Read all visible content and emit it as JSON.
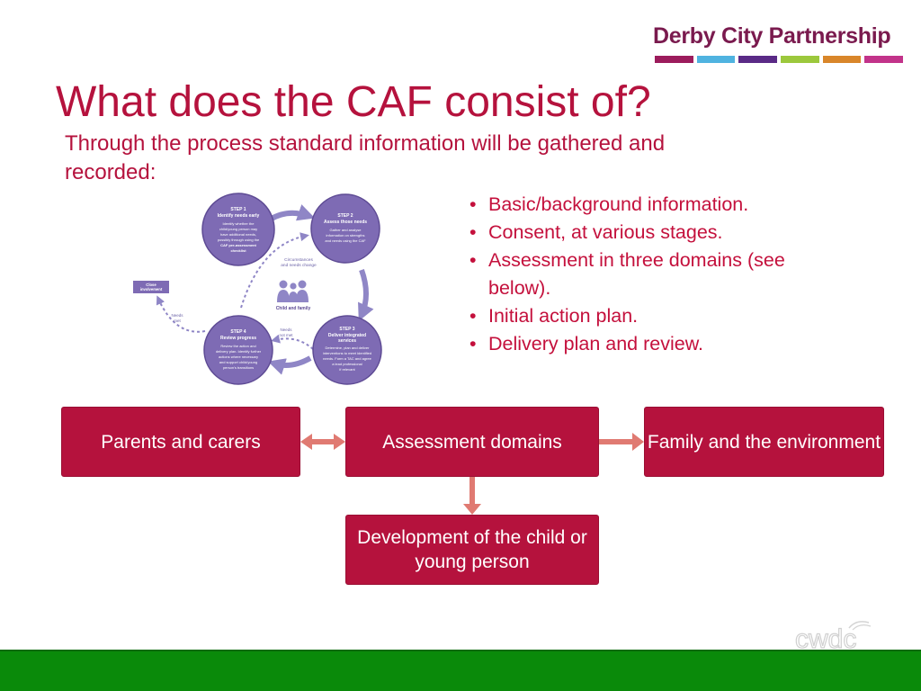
{
  "header": {
    "logo_text": "Derby City Partnership",
    "stripe_colors": [
      "#9c1c5c",
      "#4fb3e0",
      "#5a2a86",
      "#9cc83c",
      "#d9862a",
      "#c2338a"
    ]
  },
  "slide": {
    "title": "What does the CAF consist of?",
    "subtitle": "Through the process standard information will be gathered and recorded:"
  },
  "cycle": {
    "step1": {
      "title": "STEP 1",
      "subtitle": "Identify needs early",
      "lines": [
        "Identify whether the",
        "child/young person may",
        "have additional needs,",
        "possibly through using the",
        "CAF pre-assessment",
        "checklist"
      ]
    },
    "step2": {
      "title": "STEP 2",
      "subtitle": "Assess those needs",
      "lines": [
        "Gather and analyse",
        "information on strengths",
        "and needs using the CAF"
      ]
    },
    "step3": {
      "title": "STEP 3",
      "subtitle": "Deliver integrated",
      "subtitle2": "services",
      "lines": [
        "Determine, plan and deliver",
        "interventions to meet identified",
        "needs. Form a TAC and agree",
        "a lead professional",
        "if relevant"
      ]
    },
    "step4": {
      "title": "STEP 4",
      "subtitle": "Review progress",
      "lines": [
        "Review the action and",
        "delivery plan. Identify further",
        "actions where necessary",
        "and support child/young",
        "person's transitions"
      ]
    },
    "close_line1": "Close",
    "close_line2": "involvement",
    "needs_met_1": "Needs",
    "needs_met_2": "met",
    "needs_not_met_1": "Needs",
    "needs_not_met_2": "not met",
    "circumstances_1": "Circumstances",
    "circumstances_2": "and needs change",
    "center_label": "Child and family",
    "colors": {
      "circle": "#7e6bb4",
      "circle_border": "#5e4b94",
      "arrow": "#8f86c6"
    }
  },
  "bullets": [
    "Basic/background information.",
    "Consent, at various stages.",
    "Assessment in three domains (see below).",
    "Initial action plan.",
    "Delivery plan and review."
  ],
  "domains": {
    "center": "Assessment domains",
    "left": "Parents and carers",
    "right": "Family and the environment",
    "bottom": "Development of the child or young person"
  },
  "footer": {
    "watermark": "cwdc",
    "bar_color": "#0a8a0a"
  }
}
